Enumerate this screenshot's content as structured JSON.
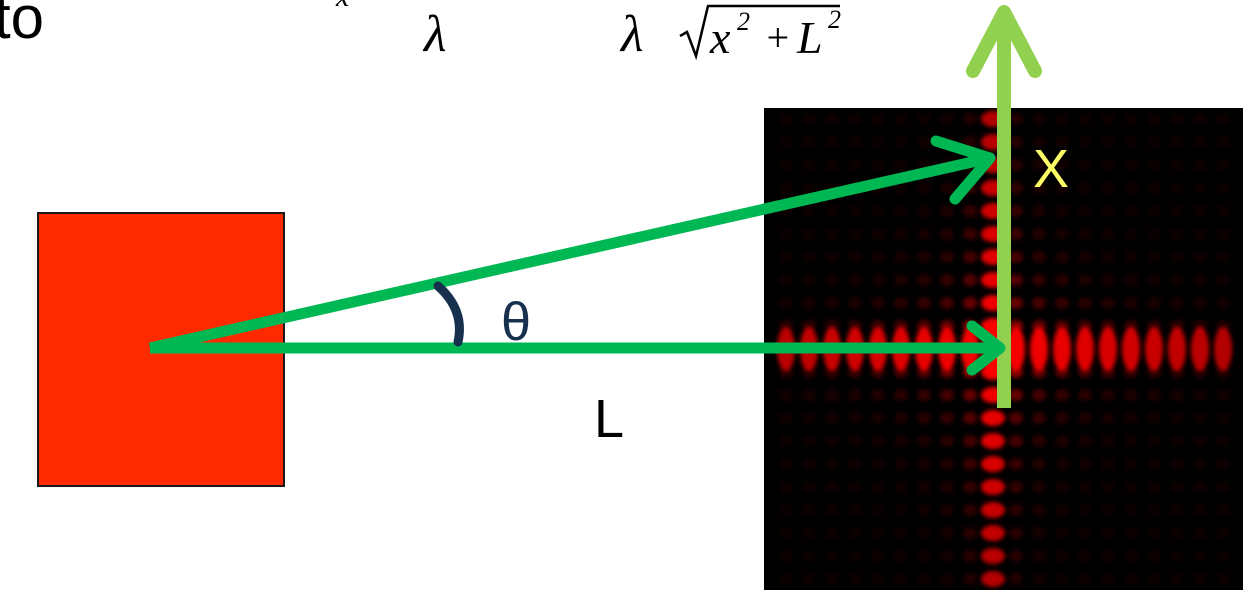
{
  "slide": {
    "word_fragment": "to",
    "formula": {
      "subscript": "x",
      "lambda_left": "λ",
      "lambda_right": "λ",
      "radicand_x": "x",
      "exp_x": "2",
      "plus": "+",
      "radicand_L": "L",
      "exp_L": "2"
    }
  },
  "diagram": {
    "source_color": "#ff2a00",
    "screen_color": "#000000",
    "pattern_color": "#ff0000",
    "arrow_color": "#00b853",
    "x_axis_color": "#92d050",
    "angle_label": "θ",
    "angle_arc_color": "#17304d",
    "distance_label": "L",
    "position_label": "X",
    "position_label_color": "#ffff66"
  }
}
